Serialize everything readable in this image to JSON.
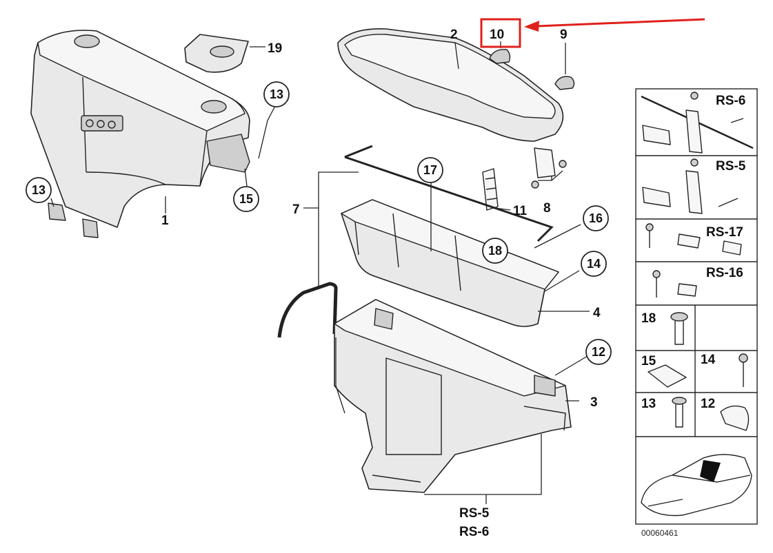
{
  "diagram": {
    "callouts": {
      "c1": "1",
      "c2": "2",
      "c3": "3",
      "c4": "4",
      "c7": "7",
      "c8": "8",
      "c9": "9",
      "c10": "10",
      "c11": "11",
      "c19": "19",
      "c12": "12",
      "c13a": "13",
      "c13b": "13",
      "c14": "14",
      "c15": "15",
      "c16": "16",
      "c17": "17",
      "c18": "18"
    },
    "bottom_labels": {
      "rs5": "RS-5",
      "rs6": "RS-6"
    },
    "highlight": {
      "color": "#e0201b"
    },
    "side_panel": {
      "rs6": "RS-6",
      "rs5": "RS-5",
      "rs17": "RS-17",
      "rs16": "RS-16",
      "n18": "18",
      "n15": "15",
      "n14": "14",
      "n13": "13",
      "n12": "12"
    },
    "image_number": "00060461"
  }
}
